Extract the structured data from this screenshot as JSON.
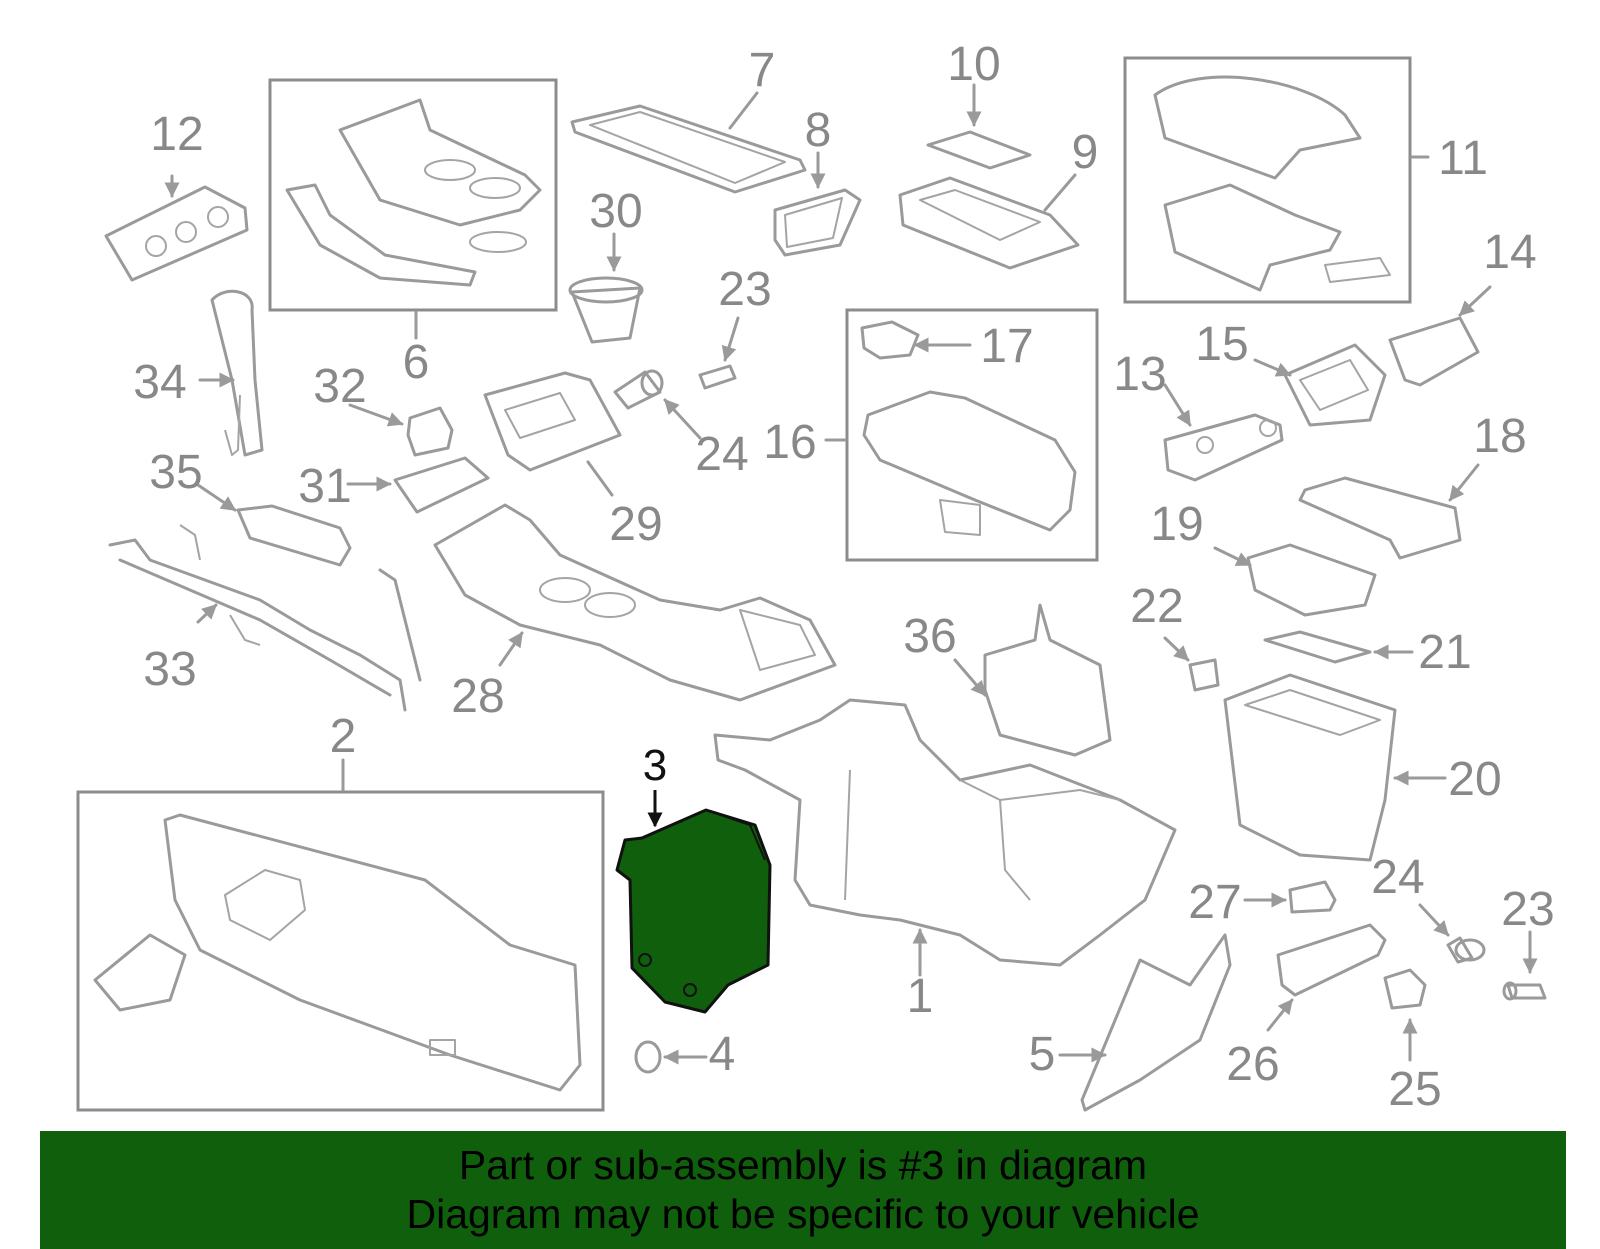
{
  "colors": {
    "highlight": "#0f5f0c",
    "line": "#9a9a9a",
    "banner_bg": "#0f5f0c"
  },
  "callouts": {
    "c1": "1",
    "c2": "2",
    "c3": "3",
    "c4": "4",
    "c5": "5",
    "c6": "6",
    "c7": "7",
    "c8": "8",
    "c9": "9",
    "c10": "10",
    "c11": "11",
    "c12": "12",
    "c13": "13",
    "c14": "14",
    "c15": "15",
    "c16": "16",
    "c17": "17",
    "c18": "18",
    "c19": "19",
    "c20": "20",
    "c21": "21",
    "c22": "22",
    "c23a": "23",
    "c23b": "23",
    "c24a": "24",
    "c24b": "24",
    "c25": "25",
    "c26": "26",
    "c27": "27",
    "c28": "28",
    "c29": "29",
    "c30": "30",
    "c31": "31",
    "c32": "32",
    "c33": "33",
    "c34": "34",
    "c35": "35",
    "c36": "36"
  },
  "banner": {
    "line1": "Part or sub-assembly is #3 in diagram",
    "line2": "Diagram may not be specific to your vehicle"
  }
}
